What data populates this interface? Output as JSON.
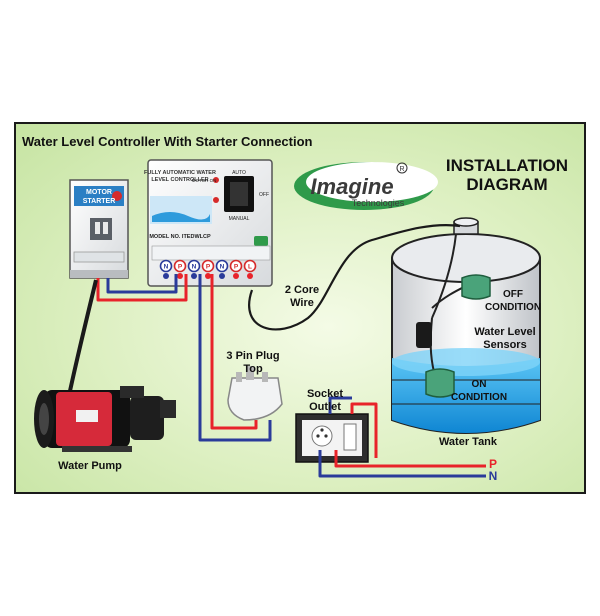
{
  "diagram": {
    "title": "Water Level Controller With Starter Connection",
    "heading_line1": "INSTALLATION",
    "heading_line2": "DIAGRAM",
    "brand": {
      "name": "Imagine",
      "registered": "R",
      "sub": "Technologies"
    },
    "starter": {
      "line1": "MOTOR",
      "line2": "STARTER"
    },
    "controller": {
      "header_line1": "FULLY AUTOMATIC WATER",
      "header_line2": "LEVEL CONTROLLER",
      "model": "MODEL NO. ITEDWLCP",
      "auto": "AUTO",
      "off": "OFF",
      "manual": "MANUAL",
      "motor_on": "MOTOR ON",
      "terminals": [
        "N",
        "P",
        "N",
        "P",
        "N",
        "P",
        "L"
      ]
    },
    "labels": {
      "wire_line1": "2 Core",
      "wire_line2": "Wire",
      "off_line1": "OFF",
      "off_line2": "CONDITION",
      "sensor_line1": "Water Level",
      "sensor_line2": "Sensors",
      "on_line1": "ON",
      "on_line2": "CONDITION",
      "plug_line1": "3 Pin Plug",
      "plug_line2": "Top",
      "socket_line1": "Socket",
      "socket_line2": "Outlet",
      "tank": "Water Tank",
      "pump": "Water Pump",
      "phase": "P",
      "neutral": "N"
    },
    "colors": {
      "phase": "#e8232a",
      "neutral": "#2a3b9a",
      "water": "#1aa3e8",
      "float": "#4aa37a"
    }
  }
}
